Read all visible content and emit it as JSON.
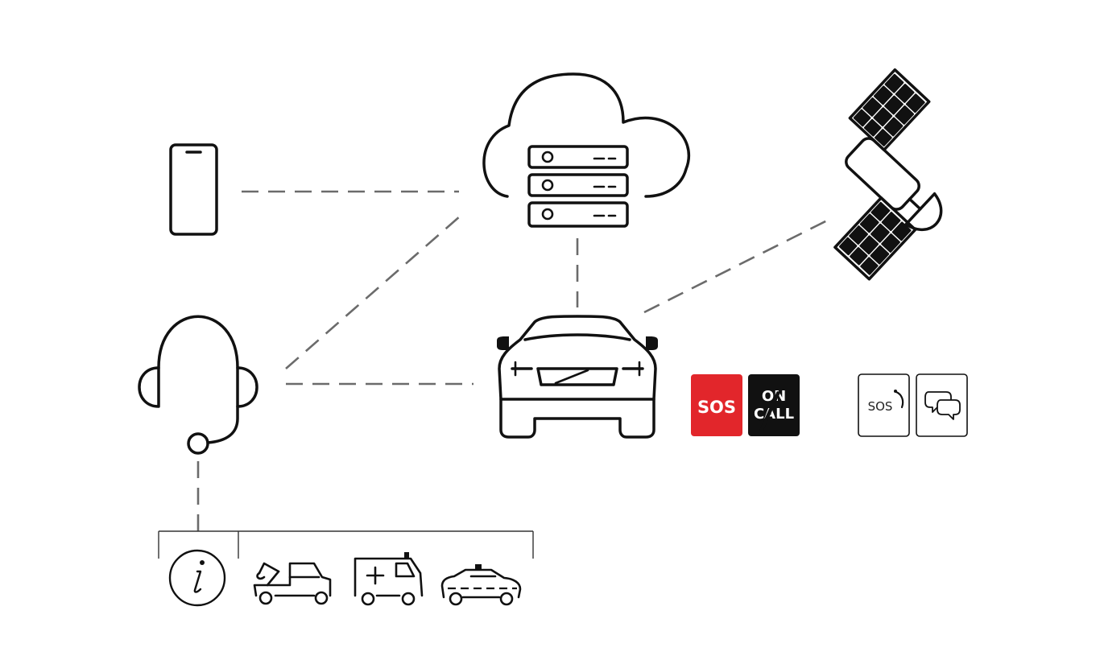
{
  "colors": {
    "sos_button": "#e2262b",
    "on_call_button": "#111111",
    "connection_lines": "#6b6b6b",
    "icon_stroke": "#111111"
  },
  "buttons": {
    "sos_label": "SOS",
    "on_call_line1": "ON",
    "on_call_line2": "CALL",
    "separator": "/",
    "sos_alt_label": "SOS"
  },
  "icons": [
    "smartphone-icon",
    "cloud-server-icon",
    "satellite-icon",
    "headset-icon",
    "car-icon",
    "info-icon",
    "tow-truck-icon",
    "ambulance-icon",
    "police-car-icon",
    "chat-bubbles-icon"
  ]
}
